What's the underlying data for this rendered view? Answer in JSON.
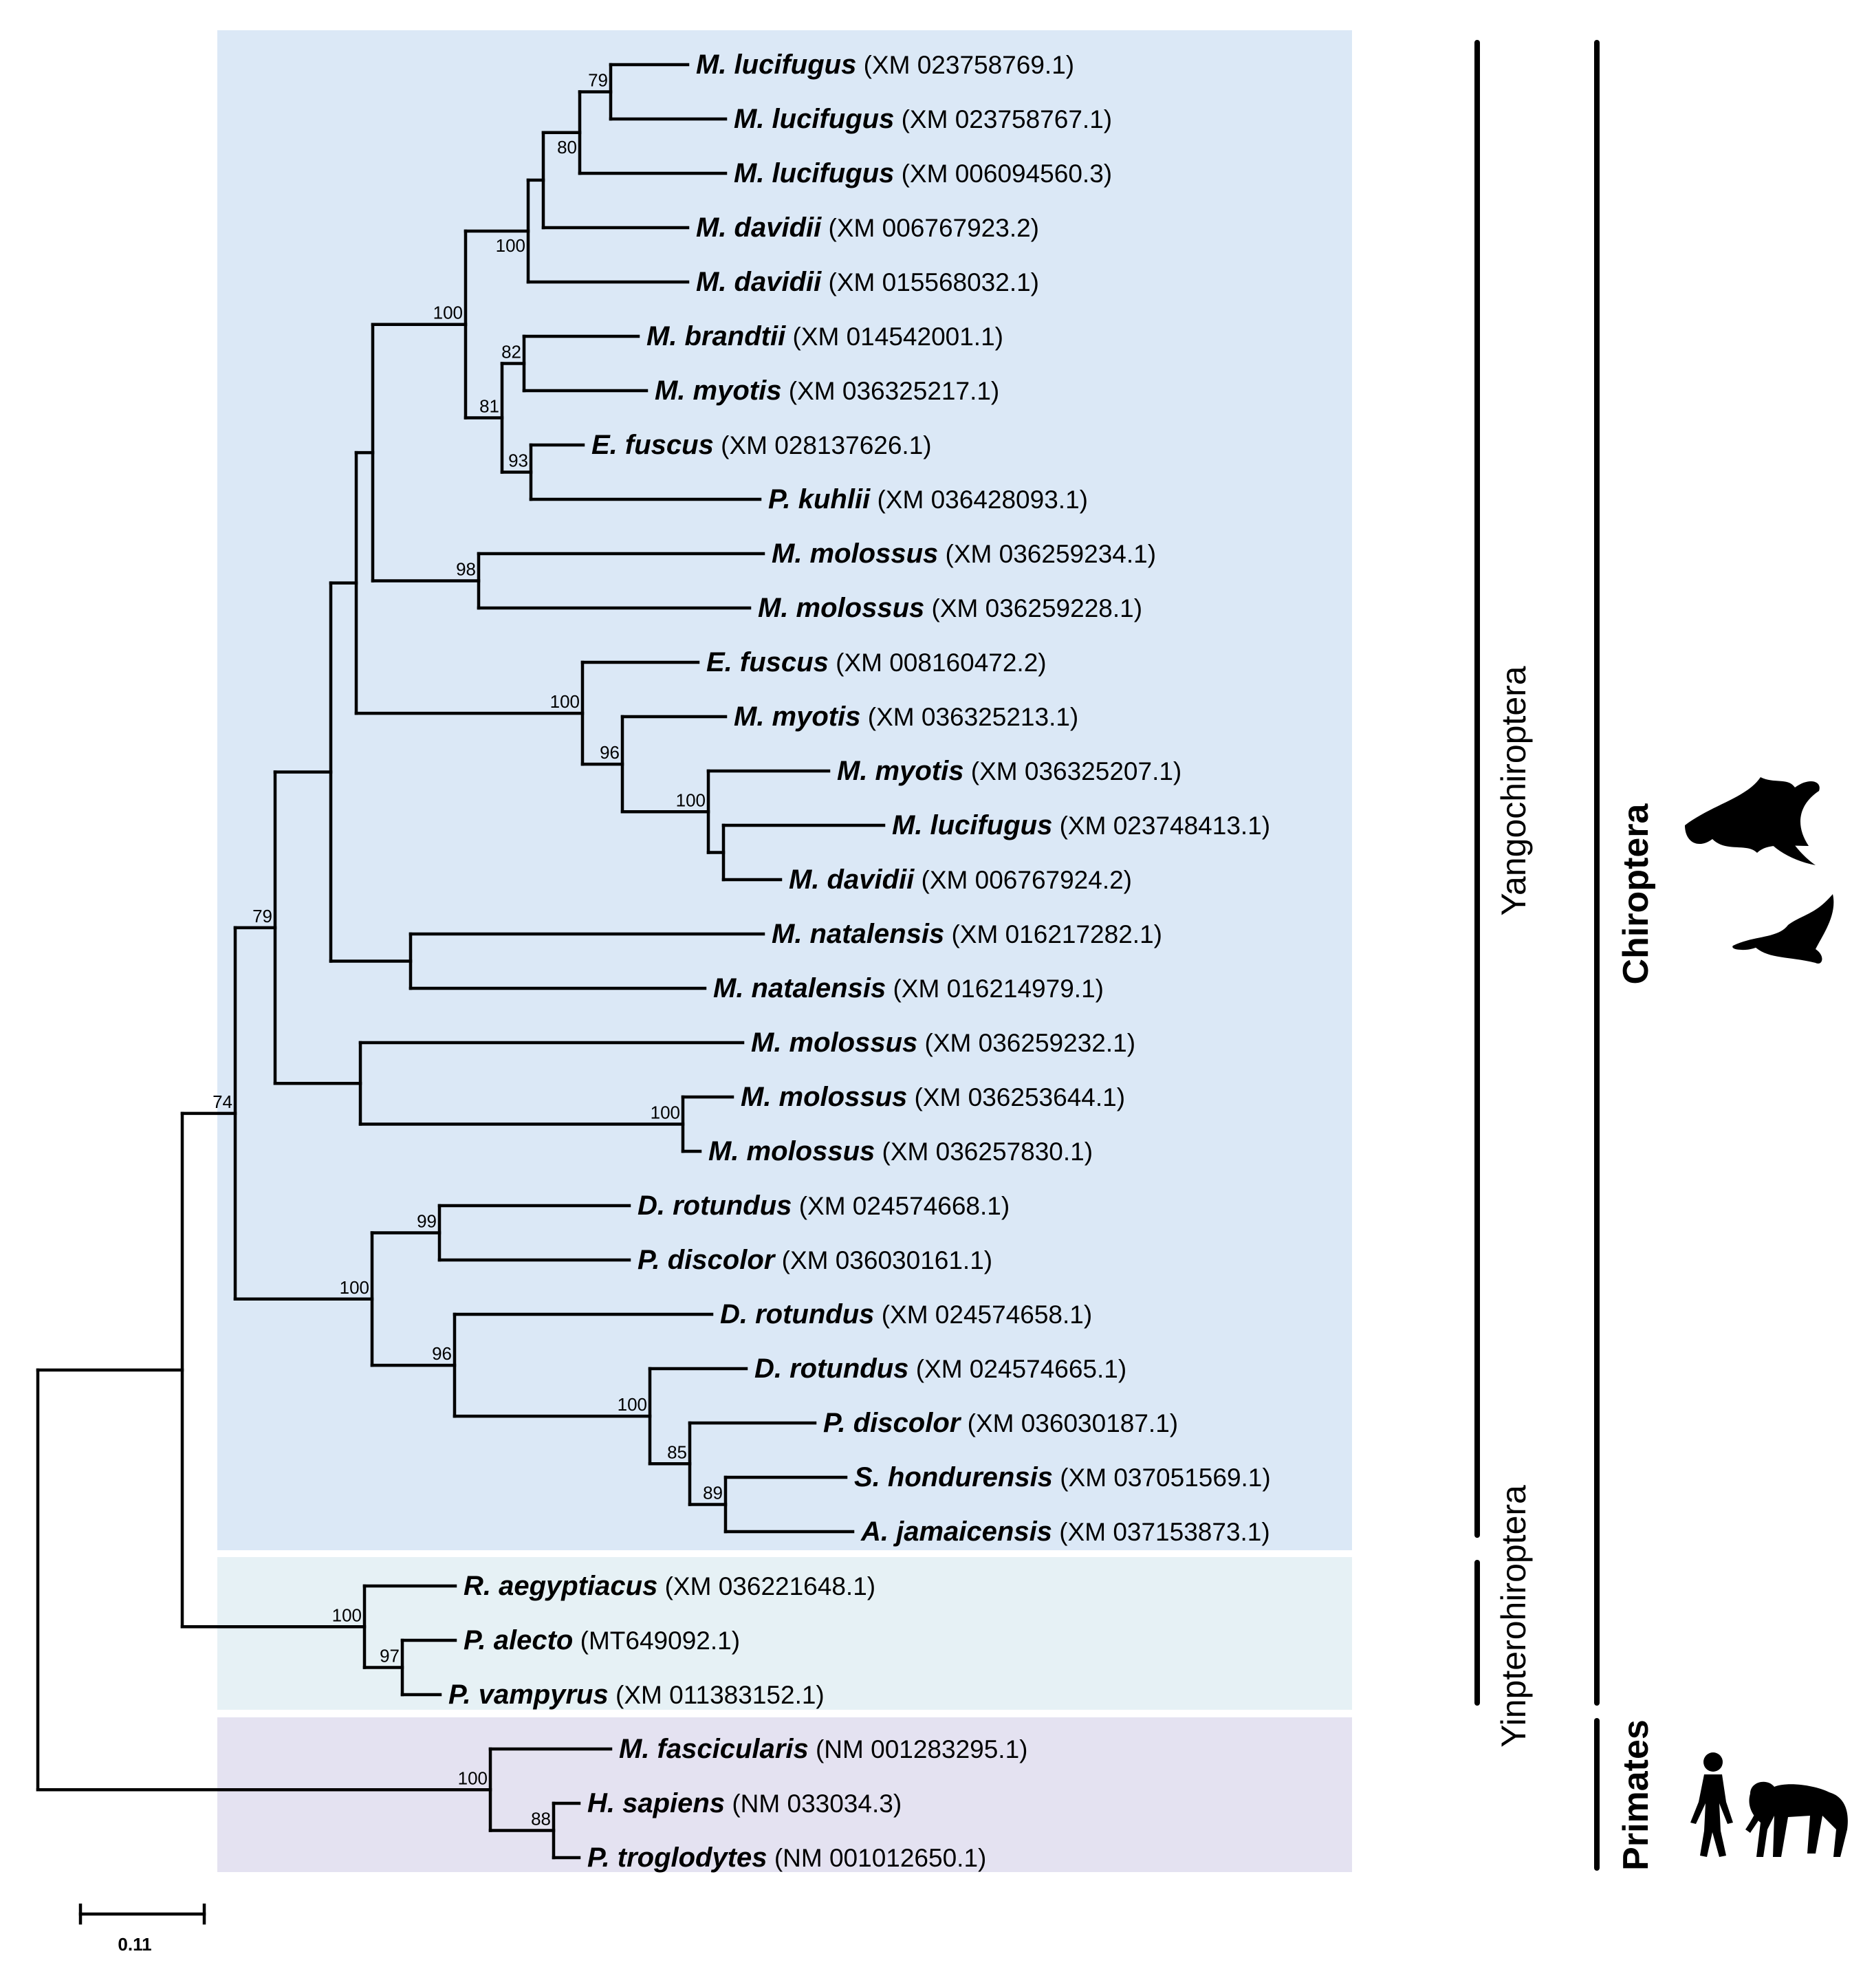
{
  "colors": {
    "yangochiroptera_bg": "#dbe8f6",
    "yinpterochiroptera_bg": "#e6f1f5",
    "primates_bg": "#e4e2f1",
    "line": "#000000"
  },
  "taxa": [
    {
      "species": "M. lucifugus",
      "accession": "(XM 023758769.1)"
    },
    {
      "species": "M. lucifugus",
      "accession": "(XM 023758767.1)"
    },
    {
      "species": "M. lucifugus",
      "accession": "(XM 006094560.3)"
    },
    {
      "species": "M. davidii",
      "accession": "(XM 006767923.2)"
    },
    {
      "species": "M. davidii",
      "accession": "(XM 015568032.1)"
    },
    {
      "species": "M. brandtii",
      "accession": "(XM 014542001.1)"
    },
    {
      "species": "M. myotis",
      "accession": "(XM 036325217.1)"
    },
    {
      "species": "E. fuscus",
      "accession": "(XM 028137626.1)"
    },
    {
      "species": "P. kuhlii",
      "accession": "(XM 036428093.1)"
    },
    {
      "species": "M. molossus",
      "accession": "(XM 036259234.1)"
    },
    {
      "species": "M. molossus",
      "accession": "(XM 036259228.1)"
    },
    {
      "species": "E. fuscus",
      "accession": "(XM 008160472.2)"
    },
    {
      "species": "M. myotis",
      "accession": "(XM 036325213.1)"
    },
    {
      "species": "M. myotis",
      "accession": "(XM 036325207.1)"
    },
    {
      "species": "M. lucifugus",
      "accession": "(XM 023748413.1)"
    },
    {
      "species": "M. davidii",
      "accession": "(XM 006767924.2)"
    },
    {
      "species": "M. natalensis",
      "accession": "(XM 016217282.1)"
    },
    {
      "species": "M. natalensis",
      "accession": "(XM 016214979.1)"
    },
    {
      "species": "M. molossus",
      "accession": "(XM 036259232.1)"
    },
    {
      "species": "M. molossus",
      "accession": "(XM 036253644.1)"
    },
    {
      "species": "M. molossus",
      "accession": "(XM 036257830.1)"
    },
    {
      "species": "D. rotundus",
      "accession": "(XM 024574668.1)"
    },
    {
      "species": "P. discolor",
      "accession": "(XM 036030161.1)"
    },
    {
      "species": "D. rotundus",
      "accession": "(XM 024574658.1)"
    },
    {
      "species": "D. rotundus",
      "accession": "(XM 024574665.1)"
    },
    {
      "species": "P. discolor",
      "accession": "(XM 036030187.1)"
    },
    {
      "species": "S. hondurensis",
      "accession": "(XM 037051569.1)"
    },
    {
      "species": "A. jamaicensis",
      "accession": "(XM 037153873.1)"
    },
    {
      "species": "R. aegyptiacus",
      "accession": "(XM 036221648.1)"
    },
    {
      "species": "P. alecto",
      "accession": "(MT649092.1)"
    },
    {
      "species": "P. vampyrus",
      "accession": "(XM 011383152.1)"
    },
    {
      "species": "M. fascicularis",
      "accession": "(NM 001283295.1)"
    },
    {
      "species": "H. sapiens",
      "accession": "(NM 033034.3)"
    },
    {
      "species": "P. troglodytes",
      "accession": "(NM 001012650.1)"
    }
  ],
  "bootstrap_values": [
    "79",
    "80",
    "100",
    "100",
    "82",
    "81",
    "93",
    "98",
    "100",
    "96",
    "100",
    "79",
    "74",
    "100",
    "99",
    "100",
    "96",
    "100",
    "85",
    "89",
    "100",
    "97",
    "100",
    "88"
  ],
  "groups": {
    "yangochiroptera": "Yangochiroptera",
    "yinpterochiroptera": "Yinpterohiroptera",
    "chiroptera": "Chiroptera",
    "primates": "Primates"
  },
  "scale_bar": "0.11"
}
